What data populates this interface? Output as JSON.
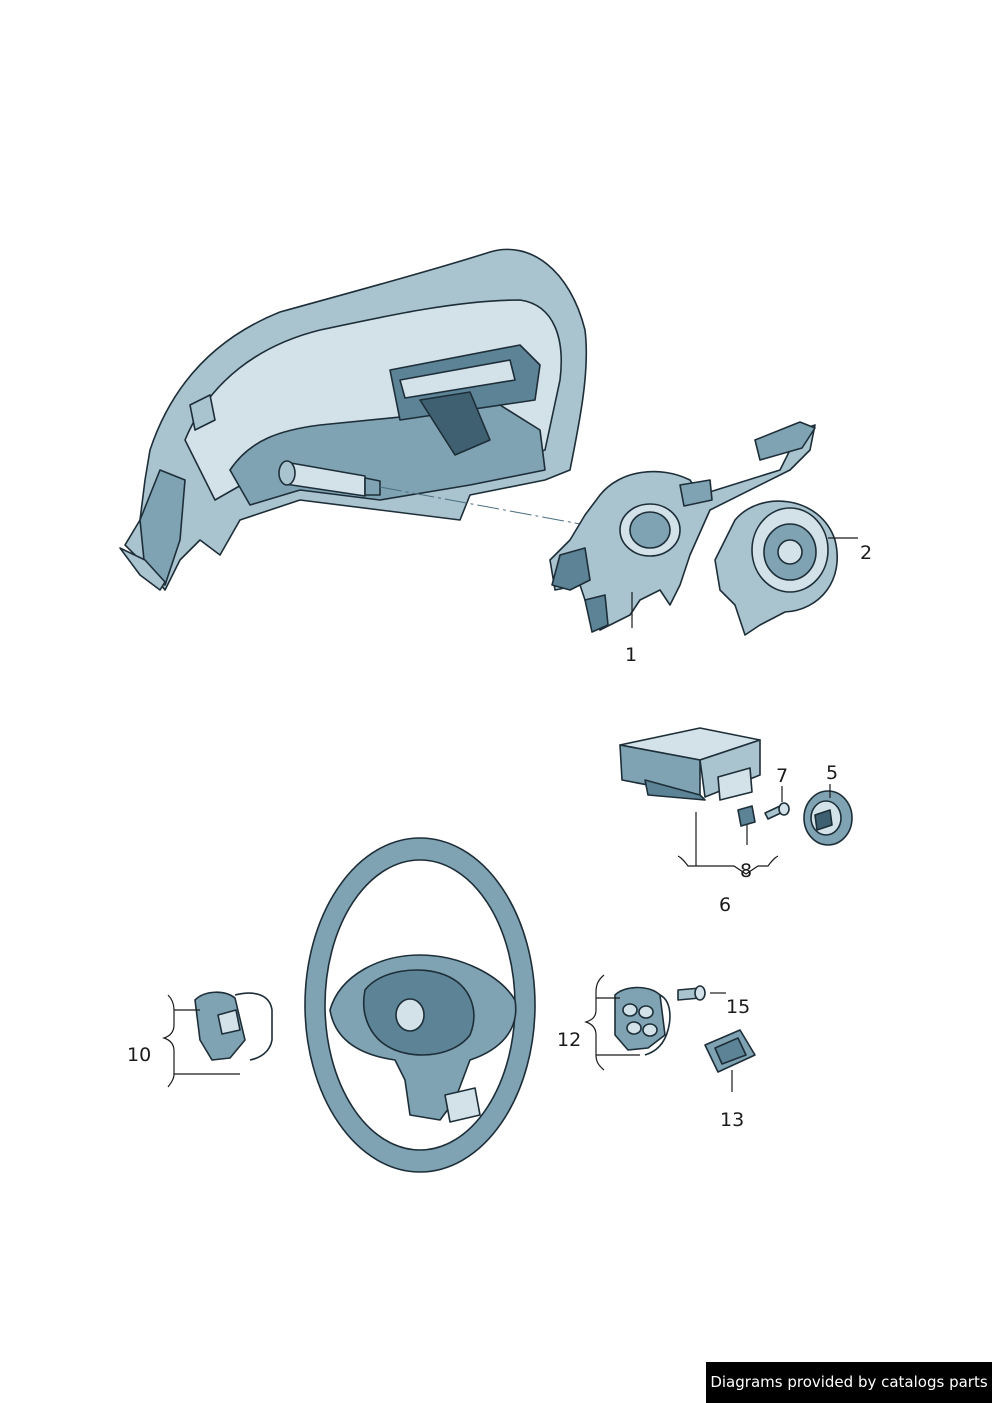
{
  "callouts": {
    "c1": "1",
    "c2": "2",
    "c5": "5",
    "c6": "6",
    "c7": "7",
    "c8": "8",
    "c10": "10",
    "c12": "12",
    "c13": "13",
    "c15": "15"
  },
  "footer": {
    "credit": "Diagrams provided by catalogs parts"
  },
  "colors": {
    "part_shading": "#7fa3b3",
    "part_light": "#d3e2e9",
    "outline": "#1d2e38",
    "background": "#ffffff"
  }
}
